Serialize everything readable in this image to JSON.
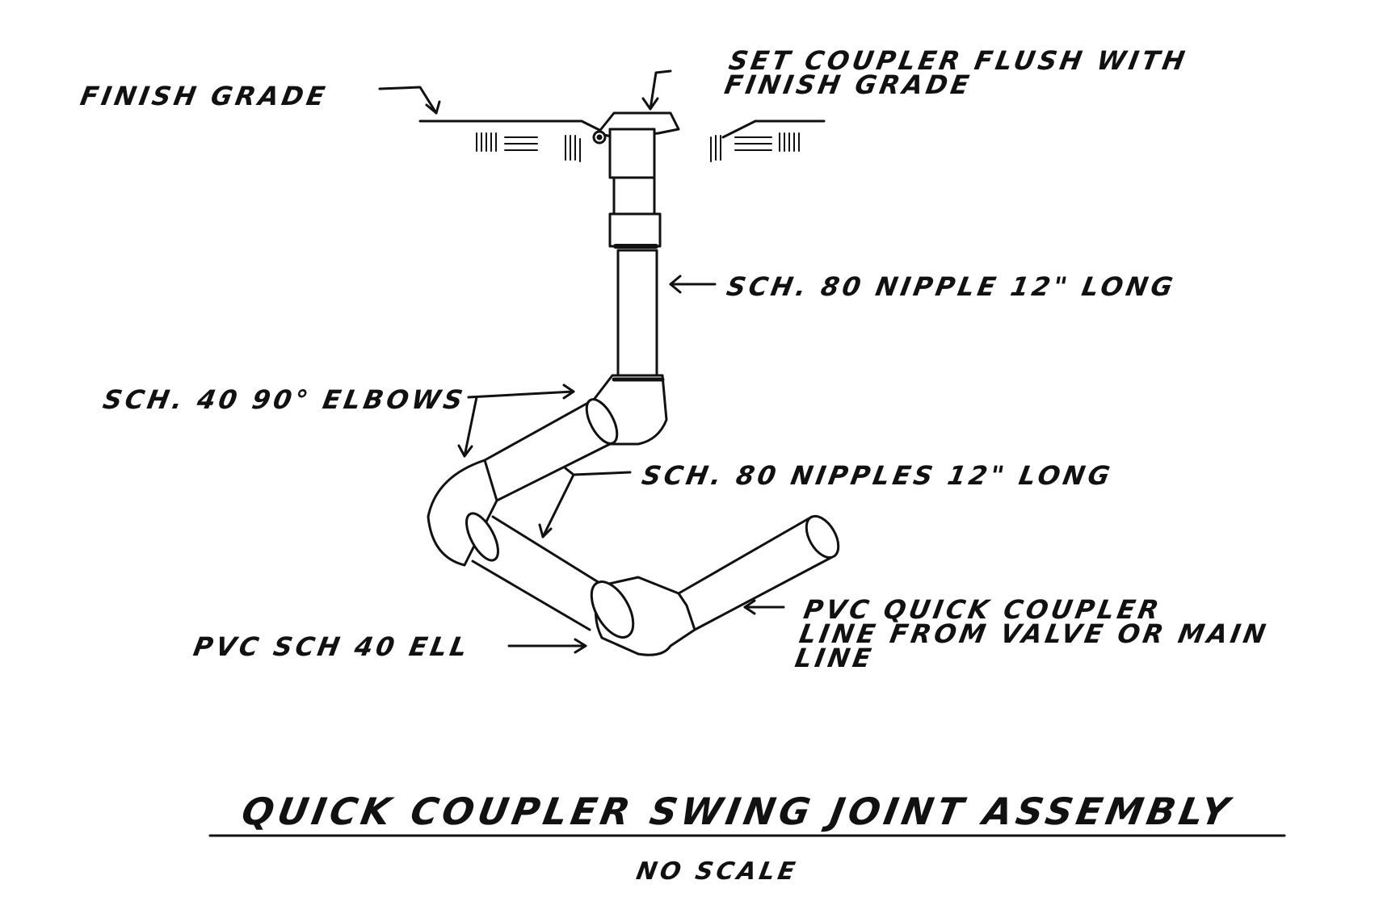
{
  "callouts": {
    "finish_grade": "FINISH GRADE",
    "set_coupler_line1": "SET COUPLER FLUSH WITH",
    "set_coupler_line2": "FINISH GRADE",
    "sch80_nipple": "SCH. 80 NIPPLE 12\" LONG",
    "sch40_elbows": "SCH. 40 90° ELBOWS",
    "sch80_nipples": "SCH. 80 NIPPLES 12\" LONG",
    "pvc_line1": "PVC QUICK COUPLER",
    "pvc_line2": "LINE FROM VALVE OR MAIN",
    "pvc_line3": "LINE",
    "pvc_ell": "PVC SCH 40 ELL"
  },
  "title": "QUICK COUPLER SWING JOINT ASSEMBLY",
  "scale_note": "NO SCALE",
  "colors": {
    "ink": "#111111",
    "pipe_fill": "#ffffff",
    "paper": "#ffffff"
  }
}
